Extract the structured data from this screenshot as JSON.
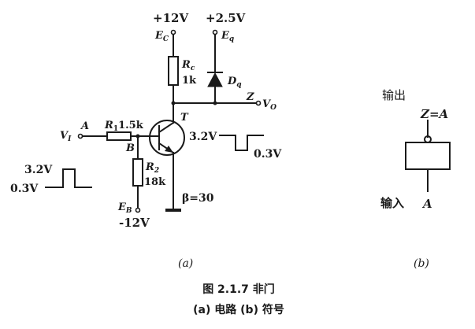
{
  "circuit": {
    "supply_top": "+12V",
    "ec_label": "E",
    "ec_sub": "C",
    "supply_diode": "+2.5V",
    "eq_label": "E",
    "eq_sub": "q",
    "rc_label": "R",
    "rc_sub": "c",
    "rc_value": "1k",
    "dq_label": "D",
    "dq_sub": "q",
    "z_label": "Z",
    "vo_label": "V",
    "vo_sub": "O",
    "t_label": "T",
    "vi_label": "V",
    "vi_sub": "I",
    "a_label": "A",
    "r1_label": "R",
    "r1_sub": "1",
    "r1_value": "1.5k",
    "b_label": "B",
    "r2_label": "R",
    "r2_sub": "2",
    "r2_value": "18k",
    "eb_label": "E",
    "eb_sub": "B",
    "supply_bottom": "-12V",
    "beta_label": "β=30",
    "in_high": "3.2V",
    "in_low": "0.3V",
    "out_high": "3.2V",
    "out_low": "0.3V",
    "sub_a": "(a)"
  },
  "symbol": {
    "out_text": "输出",
    "out_expr": "Z=A",
    "in_text": "输入",
    "in_var": "A",
    "sub_b": "(b)"
  },
  "caption": {
    "figure": "图 2.1.7   非门",
    "parts": "(a) 电路     (b) 符号"
  }
}
